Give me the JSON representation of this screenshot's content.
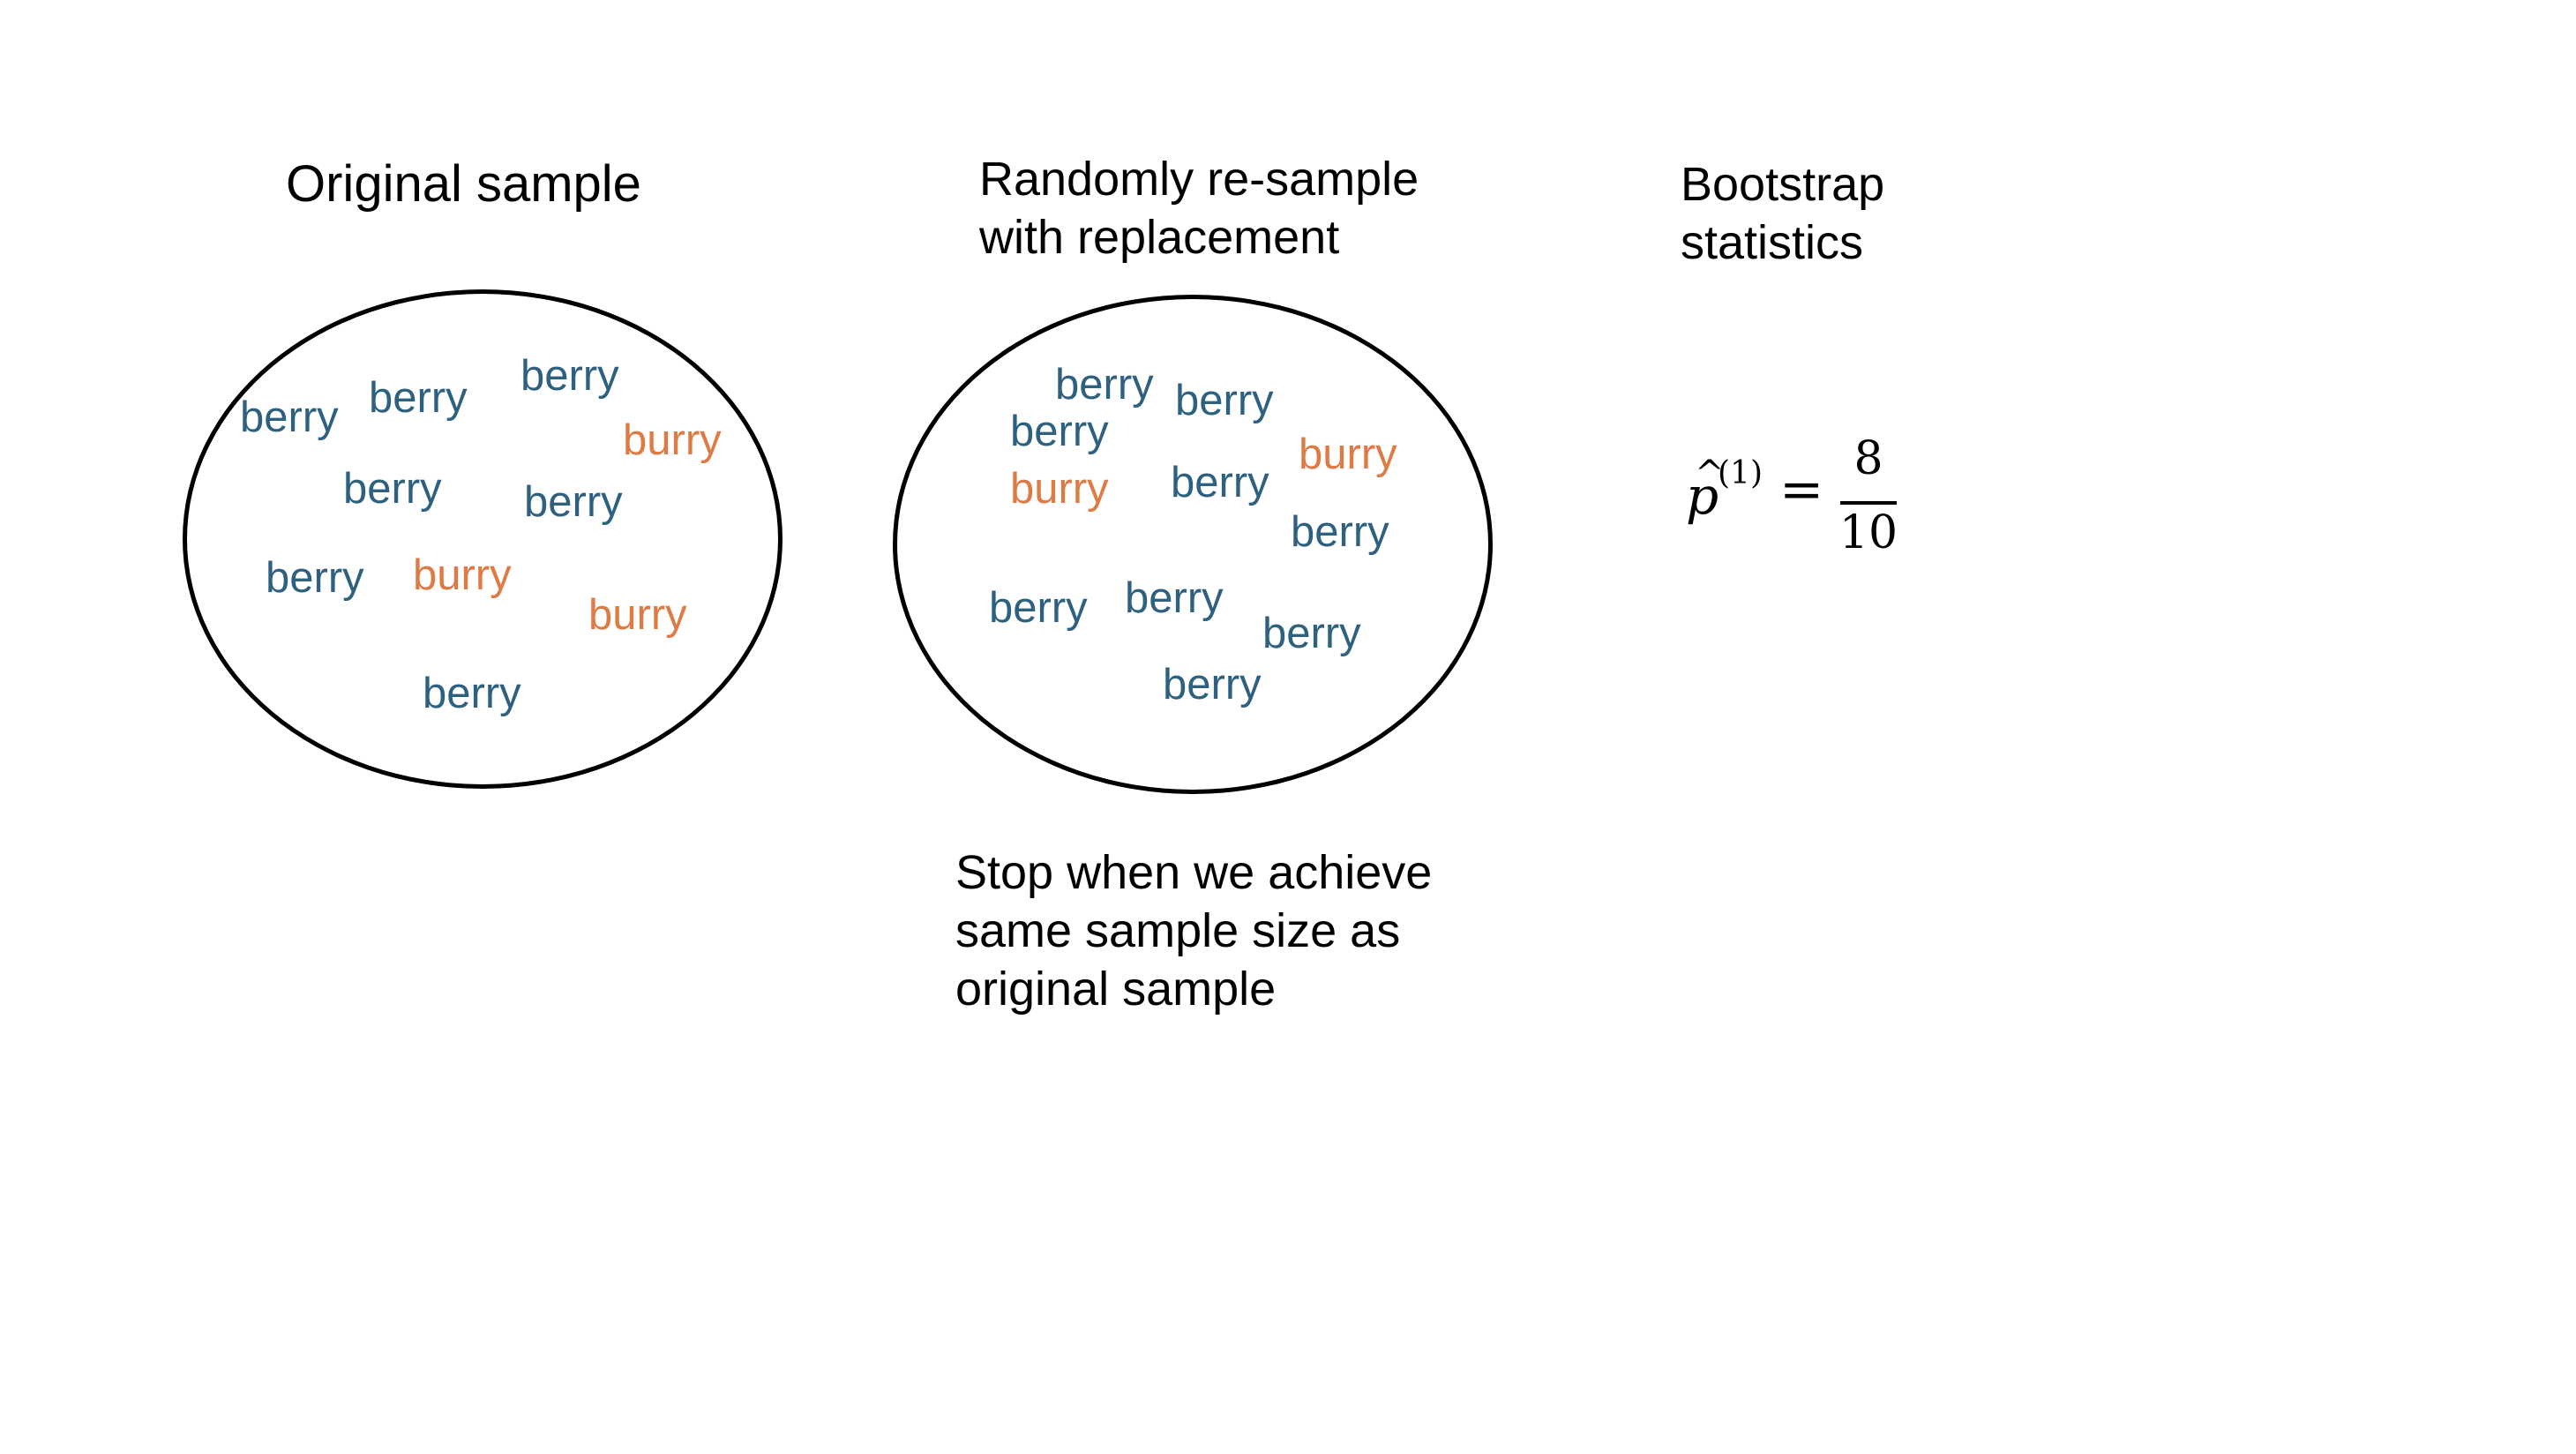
{
  "colors": {
    "berry": "#2E6080",
    "burry": "#DE7A43",
    "outline": "#000000"
  },
  "panels": {
    "original": {
      "title": "Original sample",
      "words": [
        "berry",
        "berry",
        "berry",
        "burry",
        "berry",
        "berry",
        "berry",
        "burry",
        "burry",
        "berry"
      ]
    },
    "resample": {
      "title": "Randomly re-sample\nwith replacement",
      "words": [
        "berry",
        "berry",
        "berry",
        "burry",
        "burry",
        "berry",
        "berry",
        "berry",
        "berry",
        "berry",
        "berry"
      ],
      "note": "Stop when we achieve\nsame sample size as\noriginal sample"
    },
    "bootstrap": {
      "title": "Bootstrap\nstatistics",
      "formula": {
        "symbol": "p",
        "hat": "^",
        "superscript": "(1)",
        "equals": "=",
        "numerator": "8",
        "denominator": "10"
      }
    }
  }
}
